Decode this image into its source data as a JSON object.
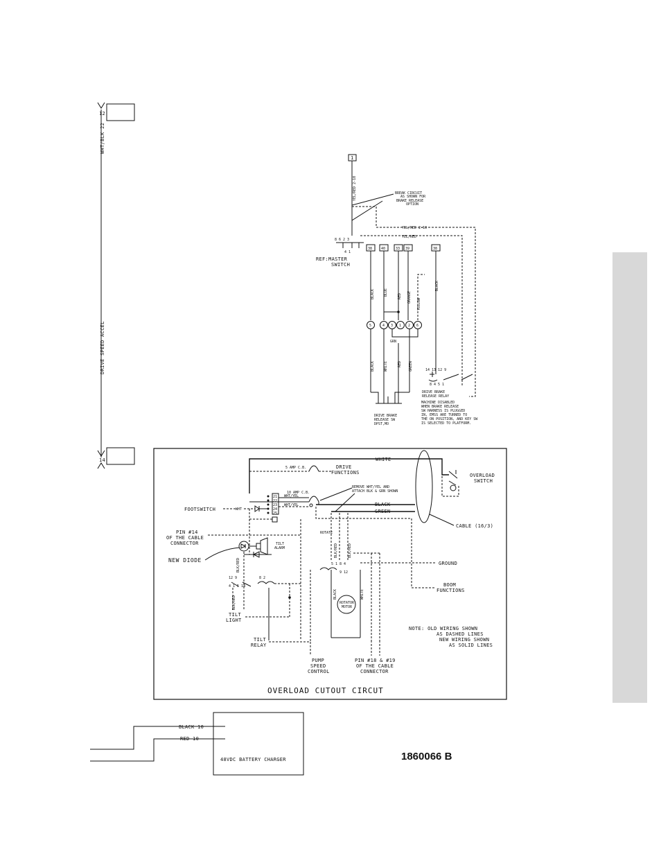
{
  "left_signals": {
    "top_pin": "12",
    "wire_top": "WHT/BLK 22",
    "wire_mid": "DRIVE SPEED ACCEL",
    "bottom_pin": "14"
  },
  "brake": {
    "terminal_top": "1",
    "wire_main": "YEL/RED 2-10",
    "note": [
      "BREAK CIRCUIT",
      "AS SHOWN FOR",
      "BRAKE RELEASE",
      "OPTION"
    ],
    "wire_yel_red_210": "YEL/RED 2-10",
    "wire_yel_red": "YEL/RED",
    "master_switch": [
      "REF:MASTER",
      "SWITCH"
    ],
    "switch_pins_top": "8 6 2 3",
    "switch_pins_bottom": "4 1",
    "terminals": [
      "38",
      "40",
      "33",
      "39",
      "38"
    ],
    "wires_upper": [
      "BLACK",
      "BLUE",
      "RED",
      "ORANGE",
      "YELLOW",
      "BLACK"
    ],
    "connectors": [
      "5",
      "4",
      "3",
      "1",
      "2",
      "6"
    ],
    "grn": "GRN",
    "wires_lower": [
      "BLACK",
      "WHITE",
      "RED",
      "GREEN"
    ],
    "relay_pins": "14 13 12 9",
    "relay_pins_bottom": "8 4 5 1",
    "relay_label": [
      "DRIVE BRAKE",
      "RELEASE RELAY"
    ],
    "release_sw": [
      "DRIVE BRAKE",
      "RELEASE SW",
      "DPST,MO"
    ],
    "disable_note": [
      "MACHINE DISABLED",
      "WHEN BRAKE RELEASE",
      "SW HARNESS IS PLUGGED",
      "IN, EMSS ARE TURNED TO",
      "THE ON POSITION, AND KEY SW",
      "IS SELECTED TO PLATFORM."
    ]
  },
  "overload": {
    "title": "OVERLOAD CUTOUT CIRCUT",
    "white": "WHITE",
    "black": "BLACK",
    "green": "GREEN",
    "overload_switch": [
      "OVERLOAD",
      "SWITCH"
    ],
    "cable": "CABLE (16/3)",
    "cb5": "5 AMP C.B.",
    "drive_functions": [
      "DRIVE",
      "FUNCTIONS"
    ],
    "cb10": "10 AMP C.B.",
    "remove_note": [
      "REMOVE WHT/YEL AND",
      "ATTACH BLK & GRN SHOWN"
    ],
    "terminal_nums": [
      "21",
      "22",
      "23",
      "24",
      "25"
    ],
    "wht_yel_1": "WHT/YEL",
    "wht_yel_2": "WHT/YEL",
    "footswitch": "FOOTSWITCH",
    "wht": "WHT",
    "pin14": [
      "PIN #14",
      "OF THE CABLE",
      "CONNECTOR"
    ],
    "tilt_alarm": [
      "TILT",
      "ALARM"
    ],
    "new_diode": "NEW DIODE",
    "rotate": "ROTATE",
    "ground": "GROUND",
    "boom_functions": [
      "BOOM",
      "FUNCTIONS"
    ],
    "relay_pins_a": "12 9",
    "relay_pins_b": "4 1 5 14",
    "relay_pins_c": "8 2",
    "rot_pins": "5 1 8 4",
    "rot_pins_b": "9 12",
    "blk_red": "BLK/RED",
    "rotator_motor": [
      "ROTATOR",
      "MOTOR"
    ],
    "black_small": "BLACK",
    "white_small": "WHITE",
    "tilt_light": [
      "TILT",
      "LIGHT"
    ],
    "tilt_relay": [
      "TILT",
      "RELAY"
    ],
    "pump": [
      "PUMP",
      "SPEED",
      "CONTROL"
    ],
    "pin18": [
      "PIN #18 & #19",
      "OF THE CABLE",
      "CONNECTOR"
    ],
    "note": [
      "NOTE: OLD WIRING SHOWN",
      "AS DASHED LINES",
      "NEW WIRING SHOWN",
      "AS SOLID LINES"
    ]
  },
  "charger": {
    "black": "BLACK 10",
    "red": "RED 10",
    "label": "48VDC BATTERY CHARGER"
  },
  "part_number": "1860066 B"
}
